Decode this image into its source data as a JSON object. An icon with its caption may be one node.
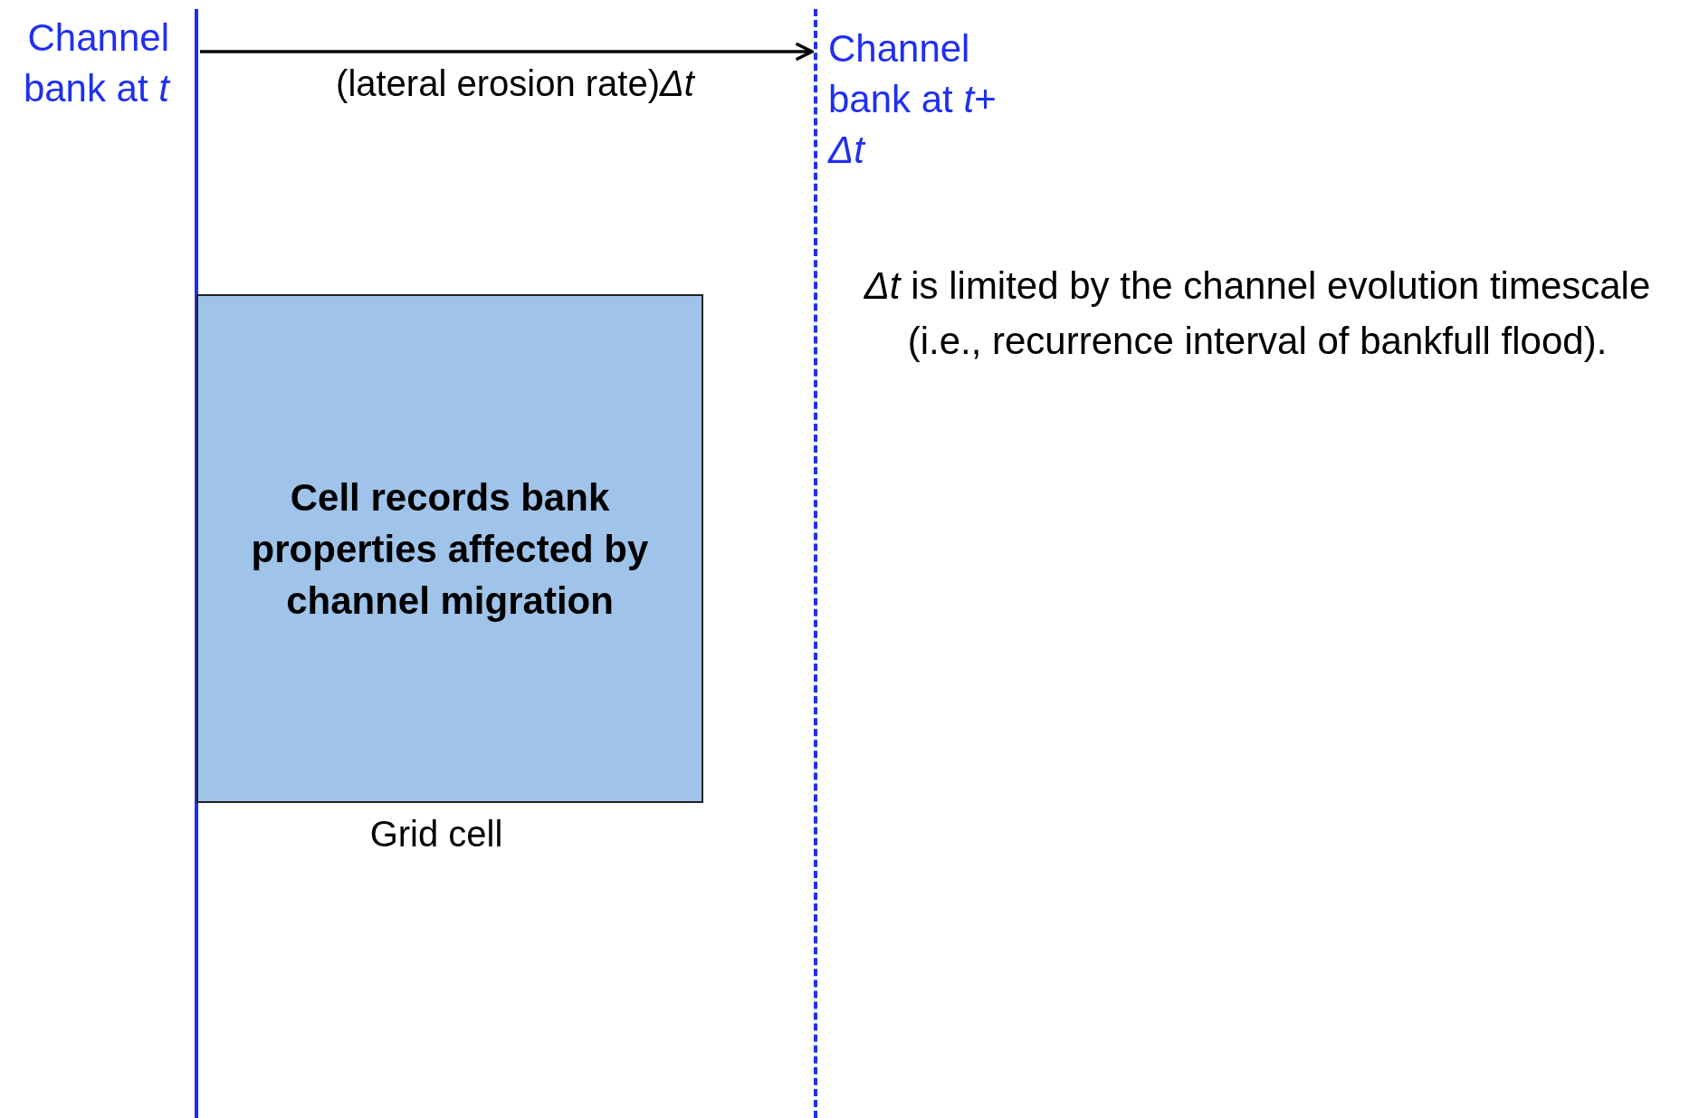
{
  "diagram": {
    "nodes": [
      {
        "text": [
          "Channel bank at *t*"
        ]
      },
      {
        "text": [
          "Channel bank at *t*+ *Δt*"
        ]
      },
      {
        "text": [
          "Cell records bank properties affected by channel migration"
        ],
        "beside": [
          "Grid cell"
        ]
      }
    ],
    "edges": [
      {
        "from": 0,
        "to": 1,
        "arrow": "to",
        "label": "(lateral erosion rate)*Δt*"
      }
    ],
    "labels": [
      "*Δt* is limited by the channel evolution timescale (i.e., recurrence interval of bankfull flood)."
    ]
  }
}
